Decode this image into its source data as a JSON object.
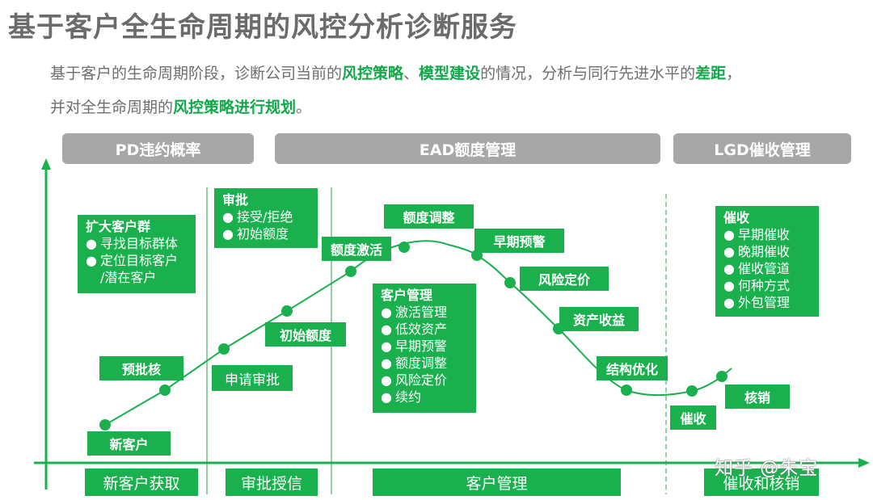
{
  "title": "基于客户全生命周期的风控分析诊断服务",
  "description": {
    "line1": [
      {
        "text": "基于客户的生命周期阶段，诊断公司当前的",
        "hl": false
      },
      {
        "text": "风控策略",
        "hl": true
      },
      {
        "text": "、",
        "hl": false
      },
      {
        "text": "模型建设",
        "hl": true
      },
      {
        "text": "的情况，分析与同行先进水平的",
        "hl": false
      },
      {
        "text": "差距",
        "hl": true
      },
      {
        "text": "，",
        "hl": false
      }
    ],
    "line2": [
      {
        "text": "并对全生命周期的",
        "hl": false
      },
      {
        "text": "风控策略进行规划",
        "hl": true
      },
      {
        "text": "。",
        "hl": false
      }
    ]
  },
  "phases": {
    "pd": "PD违约概率",
    "ead": "EAD额度管理",
    "lgd": "LGD催收管理"
  },
  "curve_labels": {
    "new_customer": "新客户",
    "pre_approval": "预批核",
    "apply_approval": "申请审批",
    "initial_limit": "初始额度",
    "limit_activation": "额度激活",
    "limit_adjust": "额度调整",
    "early_warning": "早期预警",
    "risk_pricing": "风险定价",
    "asset_yield": "资产收益",
    "structure_opt": "结构优化",
    "collection": "催收",
    "write_off": "核销"
  },
  "expand_box": {
    "heading": "扩大客户群",
    "items": [
      "寻找目标群体",
      "定位目标客户",
      "/潜在客户"
    ]
  },
  "approval_box": {
    "heading": "审批",
    "items": [
      "接受/拒绝",
      "初始额度"
    ]
  },
  "customer_box": {
    "heading": "客户管理",
    "items": [
      "激活管理",
      "低效资产",
      "早期预警",
      "额度调整",
      "风险定价",
      "续约"
    ]
  },
  "collect_box": {
    "heading": "催收",
    "items": [
      "早期催收",
      "晚期催收",
      "催收管道",
      "何种方式",
      "外包管理"
    ]
  },
  "bullet": "●",
  "bottom": {
    "acquire": "新客户获取",
    "approve": "审批授信",
    "manage": "客户管理",
    "collect": "催收和核销"
  },
  "watermark": "知乎 @朱宝",
  "colors": {
    "green": "#1ab04d",
    "grey": "#a7a7a7",
    "axis": "#1ab04d"
  }
}
